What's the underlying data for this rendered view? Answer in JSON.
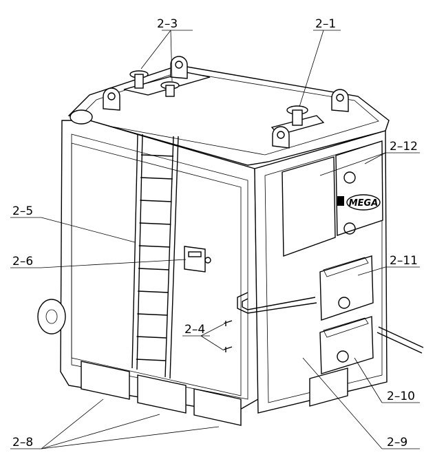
{
  "diagram": {
    "logo_text": "MEGA",
    "callouts": [
      {
        "id": "2-3",
        "label": "2–3"
      },
      {
        "id": "2-1",
        "label": "2–1"
      },
      {
        "id": "2-12",
        "label": "2–12"
      },
      {
        "id": "2-5",
        "label": "2–5"
      },
      {
        "id": "2-6",
        "label": "2–6"
      },
      {
        "id": "2-11",
        "label": "2–11"
      },
      {
        "id": "2-4",
        "label": "2–4"
      },
      {
        "id": "2-10",
        "label": "2–10"
      },
      {
        "id": "2-9",
        "label": "2–9"
      },
      {
        "id": "2-8",
        "label": "2–8"
      }
    ]
  }
}
